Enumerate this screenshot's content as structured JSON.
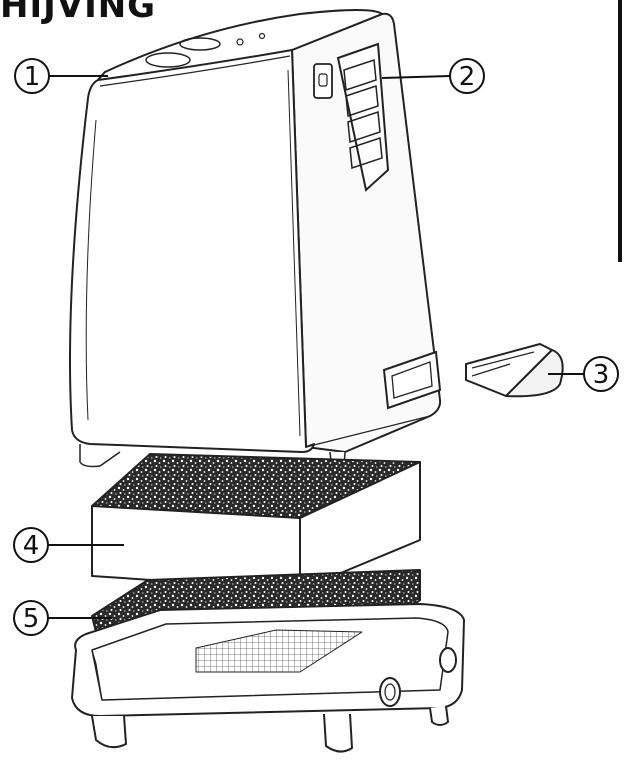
{
  "diagram": {
    "heading": "HIJVING",
    "callouts": [
      {
        "id": "1",
        "label": "1"
      },
      {
        "id": "2",
        "label": "2"
      },
      {
        "id": "3",
        "label": "3"
      },
      {
        "id": "4",
        "label": "4"
      },
      {
        "id": "5",
        "label": "5"
      }
    ]
  }
}
